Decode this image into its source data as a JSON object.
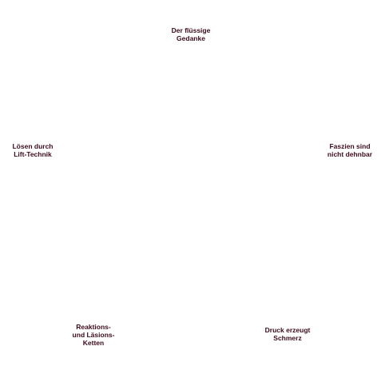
{
  "nodes": [
    {
      "id": "fluessige-gedanke",
      "lines": [
        "Der flüssige",
        "Gedanke"
      ]
    },
    {
      "id": "faszien",
      "lines": [
        "Faszien sind",
        "nicht dehnbar"
      ]
    },
    {
      "id": "druck",
      "lines": [
        "Druck erzeugt",
        "Schmerz"
      ]
    },
    {
      "id": "ketten",
      "lines": [
        "Reaktions-",
        "und Läsions-",
        "Ketten"
      ]
    },
    {
      "id": "lift-technik",
      "lines": [
        "Lösen durch",
        "Lift-Technik"
      ]
    }
  ],
  "colors": {
    "label_text": "#3d0a1e",
    "background": "#ffffff"
  }
}
